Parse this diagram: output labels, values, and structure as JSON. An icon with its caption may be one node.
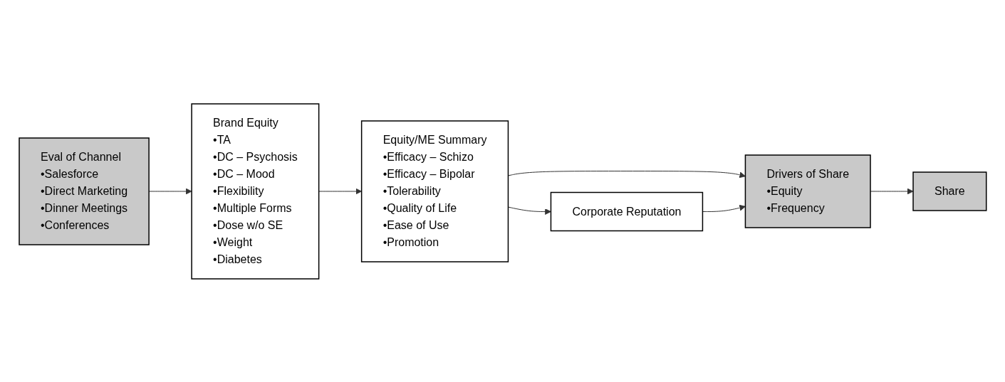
{
  "diagram": {
    "nodes": [
      {
        "text": [
          "Eval of Channel",
          "•Salesforce",
          "•Direct Marketing",
          "•Dinner Meetings",
          "•Conferences"
        ]
      },
      {
        "text": [
          "Brand Equity",
          "•TA",
          "•DC – Psychosis",
          "•DC – Mood",
          "•Flexibility",
          "•Multiple Forms",
          "•Dose w/o SE",
          "•Weight",
          "•Diabetes"
        ]
      },
      {
        "text": [
          "Equity/ME Summary",
          "•Efficacy – Schizo",
          "•Efficacy – Bipolar",
          "•Tolerability",
          "•Quality of Life",
          "•Ease of Use",
          "•Promotion"
        ]
      },
      {
        "text": [
          "Drivers of Share",
          "•Equity",
          "•Frequency"
        ]
      },
      {
        "text": [
          "Share"
        ]
      },
      {
        "text": [
          "Corporate Reputation"
        ]
      }
    ],
    "edges": [
      {
        "from": 0,
        "to": 1,
        "arrow": "to"
      },
      {
        "from": 1,
        "to": 2,
        "arrow": "to"
      },
      {
        "from": 2,
        "to": 3,
        "arrow": "to"
      },
      {
        "from": 3,
        "to": 4,
        "arrow": "to"
      },
      {
        "from": 2,
        "to": 5,
        "arrow": "to"
      },
      {
        "from": 5,
        "to": 3,
        "arrow": "to"
      }
    ]
  }
}
